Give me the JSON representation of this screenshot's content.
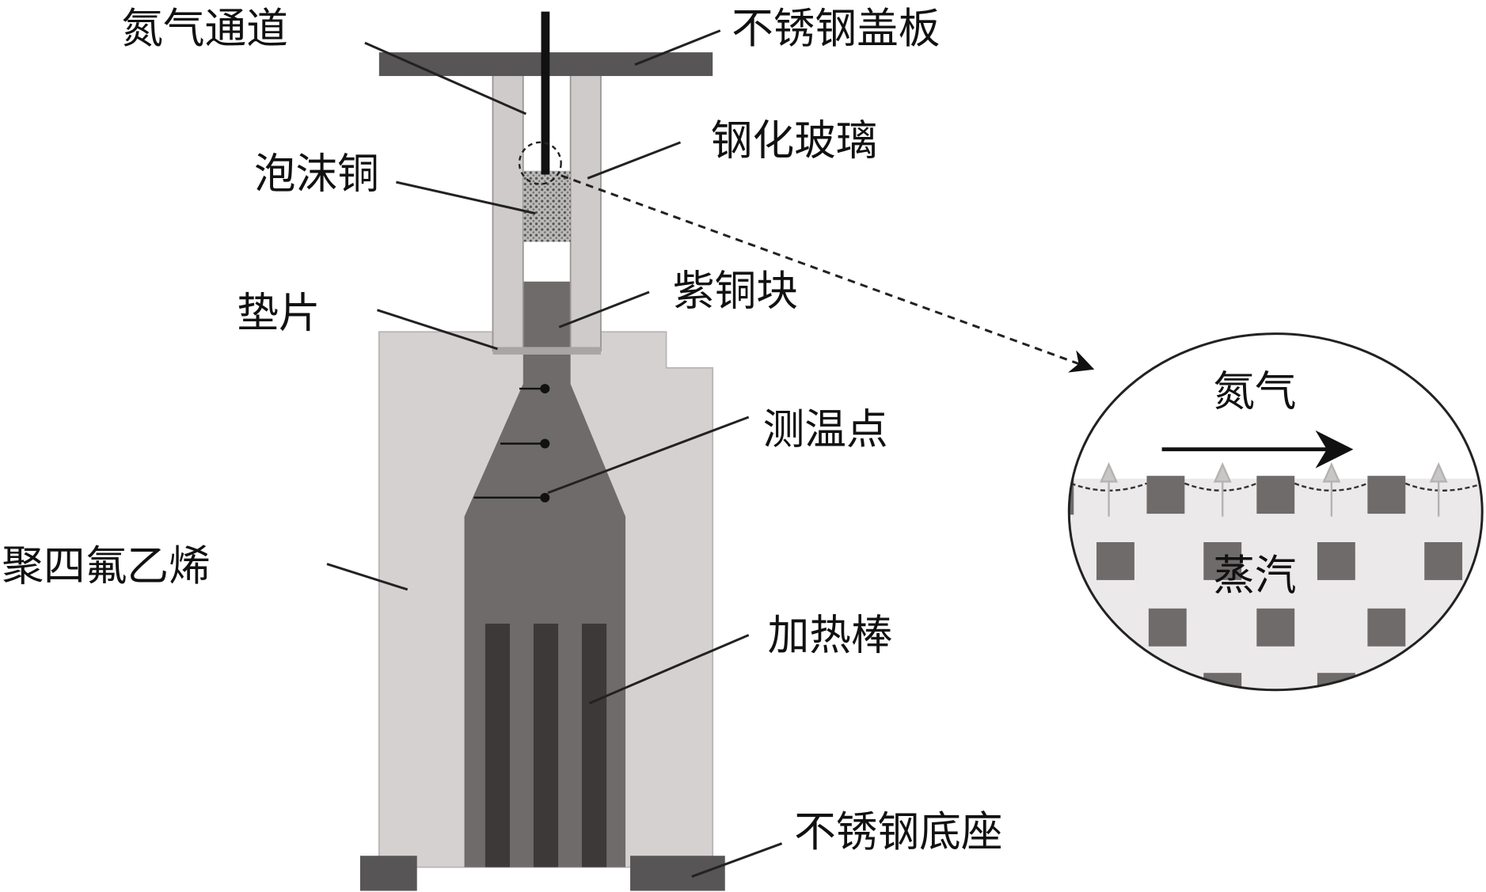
{
  "labels": {
    "nitrogen_channel": "氮气通道",
    "stainless_cover": "不锈钢盖板",
    "tempered_glass": "钢化玻璃",
    "copper_foam": "泡沫铜",
    "gasket": "垫片",
    "copper_block": "紫铜块",
    "measuring_points": "测温点",
    "ptfe": "聚四氟乙烯",
    "heating_rods": "加热棒",
    "stainless_base": "不锈钢底座"
  },
  "inset": {
    "nitrogen": "氮气",
    "vapor": "蒸汽"
  },
  "colors": {
    "cover": "#575555",
    "glass": "#cfcbcb",
    "ptfe": "#d6d1d1",
    "copper": "#6f6b6b",
    "heater": "#3d3939",
    "liquid": "#ebe9e9"
  }
}
